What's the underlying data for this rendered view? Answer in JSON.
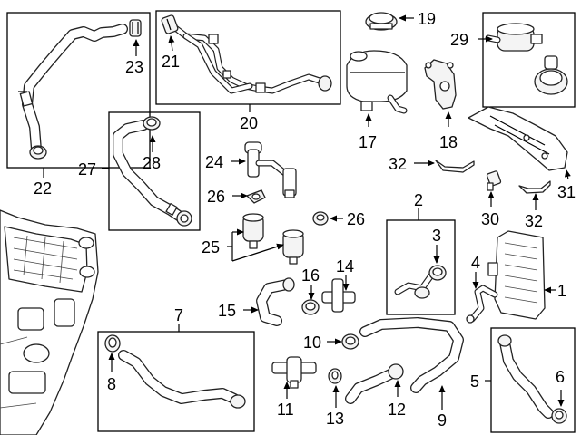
{
  "callouts": {
    "c1": "1",
    "c2": "2",
    "c3": "3",
    "c4": "4",
    "c5": "5",
    "c6": "6",
    "c7": "7",
    "c8": "8",
    "c9": "9",
    "c10": "10",
    "c11": "11",
    "c12": "12",
    "c13": "13",
    "c14": "14",
    "c15": "15",
    "c16": "16",
    "c17": "17",
    "c18": "18",
    "c19": "19",
    "c20": "20",
    "c21": "21",
    "c22": "22",
    "c23": "23",
    "c24": "24",
    "c25": "25",
    "c26a": "26",
    "c26b": "26",
    "c27": "27",
    "c28": "28",
    "c29": "29",
    "c30": "30",
    "c31": "31",
    "c32a": "32",
    "c32b": "32"
  }
}
